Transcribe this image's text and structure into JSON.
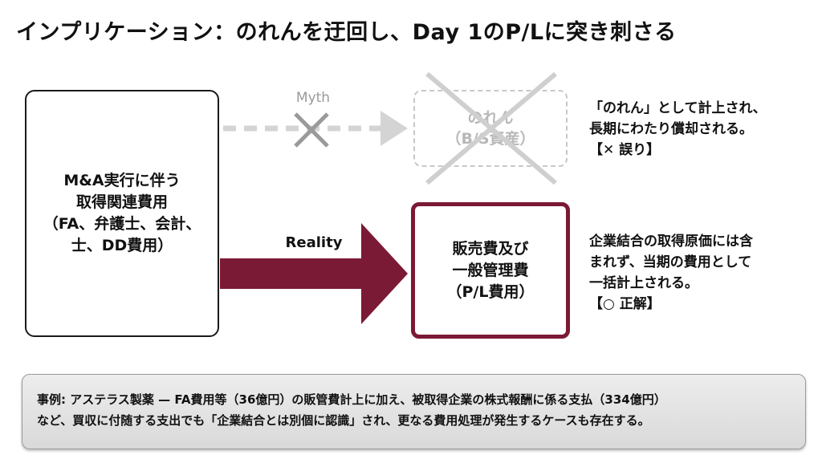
{
  "title": "インプリケーション：のれんを迂回し、Day 1のP/Lに突き刺さる",
  "source_box": {
    "text": "M&A実行に伴う\n取得関連費用\n（FA、弁護士、会計、\n士、DD費用）"
  },
  "myth": {
    "label": "Myth",
    "box_text": "のれん\n（B/S資産）",
    "note": "「のれん」として計上され、\n長期にわたり償却される。\n【✕ 誤り】",
    "colors": {
      "arrow": "#d4d4d4",
      "cross": "#9a9a9a",
      "big_cross": "#cfcfcf"
    }
  },
  "reality": {
    "label": "Reality",
    "box_text": "販売費及び\n一般管理費\n（P/L費用）",
    "note": "企業結合の取得原価には含\nまれず、当期の費用として\n一括計上される。\n【○ 正解】",
    "colors": {
      "accent": "#7b1a35"
    }
  },
  "example": {
    "lead": "事例:",
    "line1_rest": " アステラス製薬 — FA費用等（36億円）の販管費計上に加え、被取得企業の株式報酬に係る支払（334億円）",
    "line2": "など、買収に付随する支出でも「企業結合とは別個に認識」され、更なる費用処理が発生するケースも存在する。"
  }
}
